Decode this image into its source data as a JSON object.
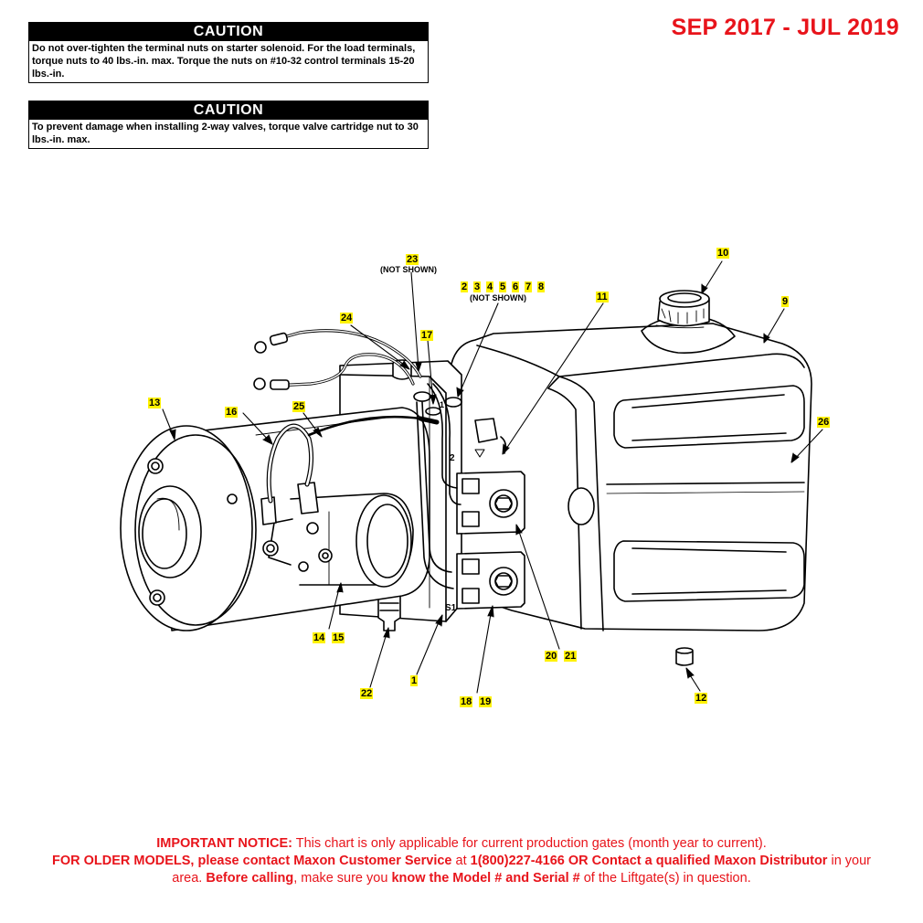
{
  "cautions": [
    {
      "title": "CAUTION",
      "text": "Do not over-tighten the terminal nuts on starter solenoid. For the load terminals, torque nuts to 40 lbs.-in. max. Torque the nuts on #10-32 control terminals 15-20 lbs.-in."
    },
    {
      "title": "CAUTION",
      "text": "To prevent damage when installing 2-way valves, torque valve cartridge nut to 30 lbs.-in. max."
    }
  ],
  "date_range": "SEP 2017 - JUL 2019",
  "callouts": {
    "c23": "23",
    "c2": "2",
    "c3": "3",
    "c4": "4",
    "c5": "5",
    "c6": "6",
    "c7": "7",
    "c8": "8",
    "c10": "10",
    "c9": "9",
    "c11": "11",
    "c24": "24",
    "c17": "17",
    "c13": "13",
    "c16": "16",
    "c25": "25",
    "c26": "26",
    "c14": "14",
    "c15": "15",
    "c20": "20",
    "c21": "21",
    "c22": "22",
    "c1": "1",
    "c18": "18",
    "c19": "19",
    "c12": "12"
  },
  "not_shown_1": "(NOT SHOWN)",
  "not_shown_2": "(NOT SHOWN)",
  "port_labels": {
    "p2": "2",
    "s1": "S1",
    "one": "1"
  },
  "notice": {
    "important_label": "IMPORTANT NOTICE:",
    "important_text": " This chart is only applicable for current production gates (month year to current).",
    "older_label": "FOR OLDER MODELS, please contact Maxon Customer Service",
    "at_text": " at ",
    "phone_label": "1(800)227-4166 OR Contact a qualified Maxon Distributor",
    "area_text": " in your area. ",
    "before_label": "Before calling",
    "make_sure_text": ", make sure you ",
    "know_label": "know the Model # and Serial #",
    "end_text": " of the Liftgate(s) in question."
  }
}
